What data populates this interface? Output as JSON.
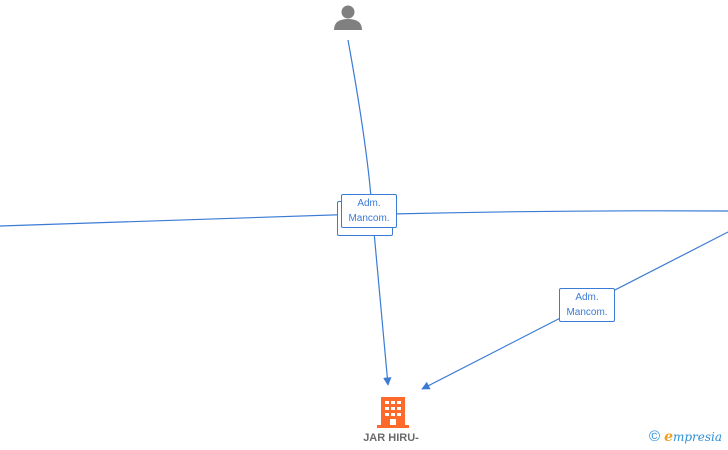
{
  "colors": {
    "edge": "#3a7bd5",
    "person_icon": "#808080",
    "company_icon": "#ff6a2b",
    "company_label": "#6b6b6b",
    "brand_blue": "#2d8fd8",
    "brand_orange": "#f0a020"
  },
  "company": {
    "name": "JAR HIRU-"
  },
  "relations": [
    {
      "line1": "Adm.",
      "line2": "Mancom."
    },
    {
      "line1": "Adm.",
      "line2": "Mancom."
    }
  ],
  "brand": {
    "copyright": "©",
    "initial": "e",
    "rest": "mpresia"
  }
}
